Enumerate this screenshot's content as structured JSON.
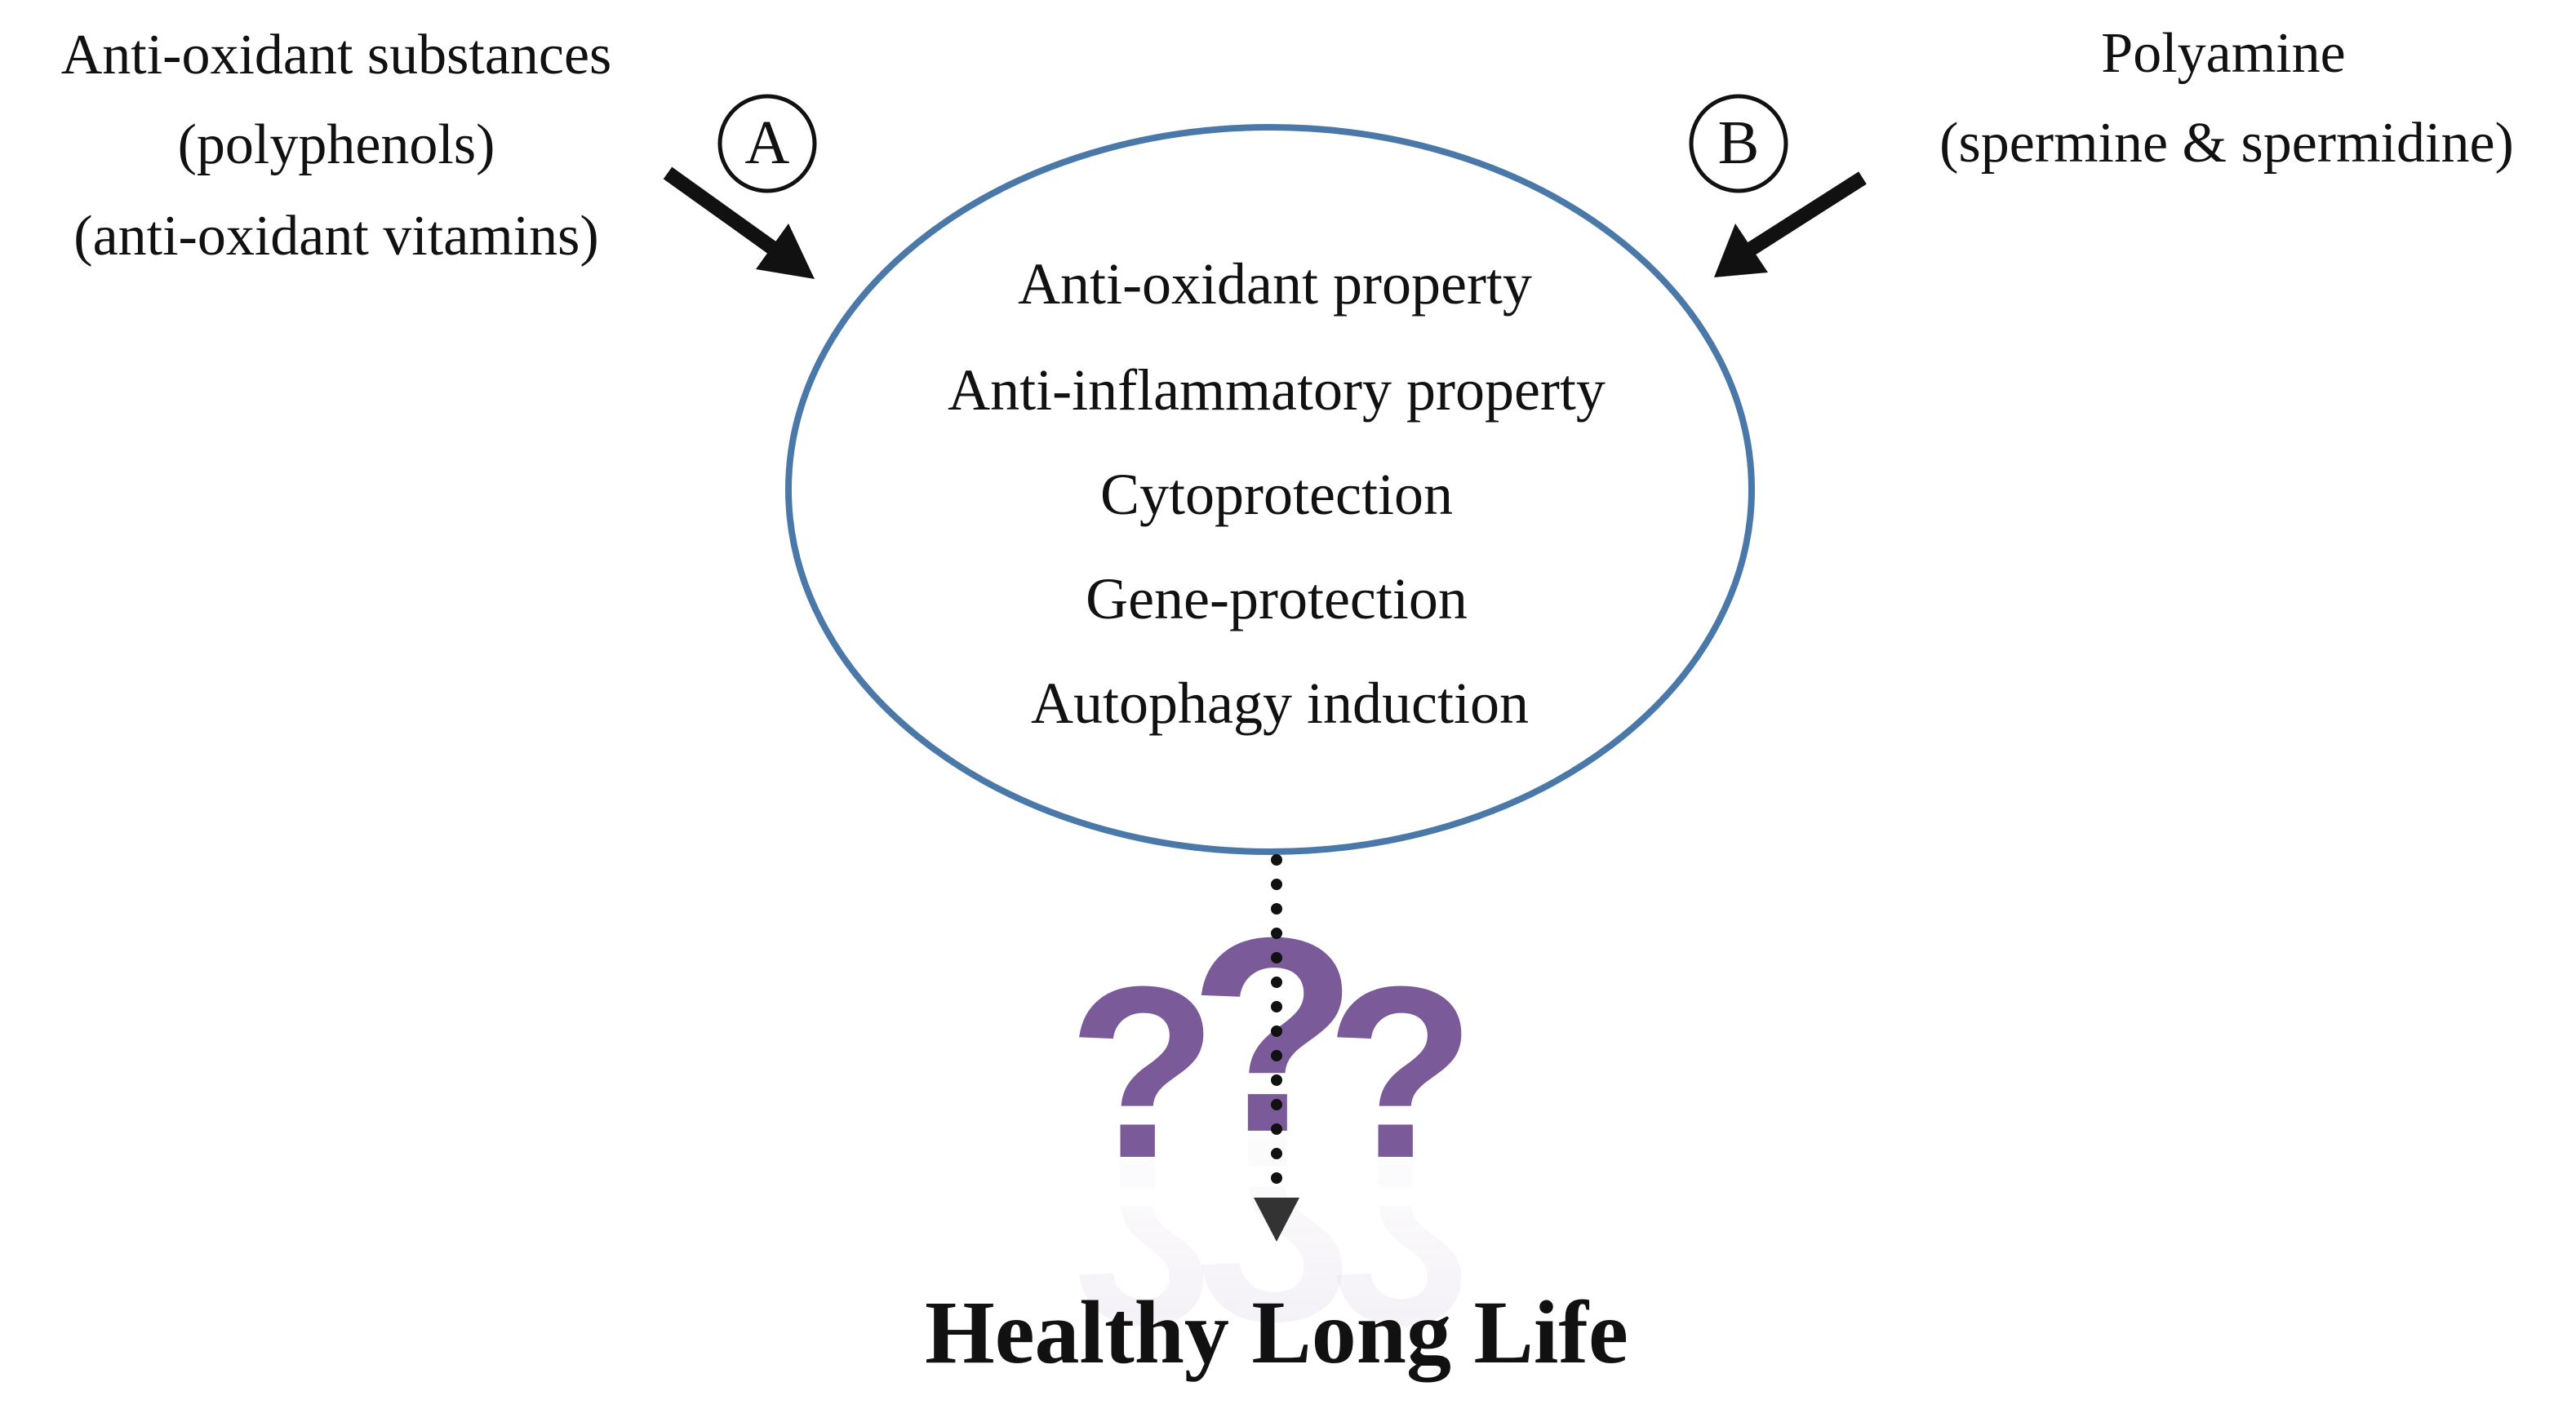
{
  "left_source": {
    "line1": "Anti-oxidant substances",
    "line2": "(polyphenols)",
    "line3": "(anti-oxidant vitamins)",
    "badge": "A"
  },
  "right_source": {
    "line1": "Polyamine",
    "line2": "(spermine & spermidine)",
    "badge": "B"
  },
  "center": {
    "properties": [
      "Anti-oxidant property",
      "Anti-inflammatory property",
      "Cytoprotection",
      "Gene-protection",
      "Autophagy induction"
    ]
  },
  "uncertainty": {
    "mark": "?"
  },
  "outcome": {
    "label": "Healthy Long Life"
  },
  "colors": {
    "ellipse_stroke": "#4a78a8",
    "question_mark": "#7a5a98",
    "arrow": "#111111",
    "text": "#111111"
  }
}
